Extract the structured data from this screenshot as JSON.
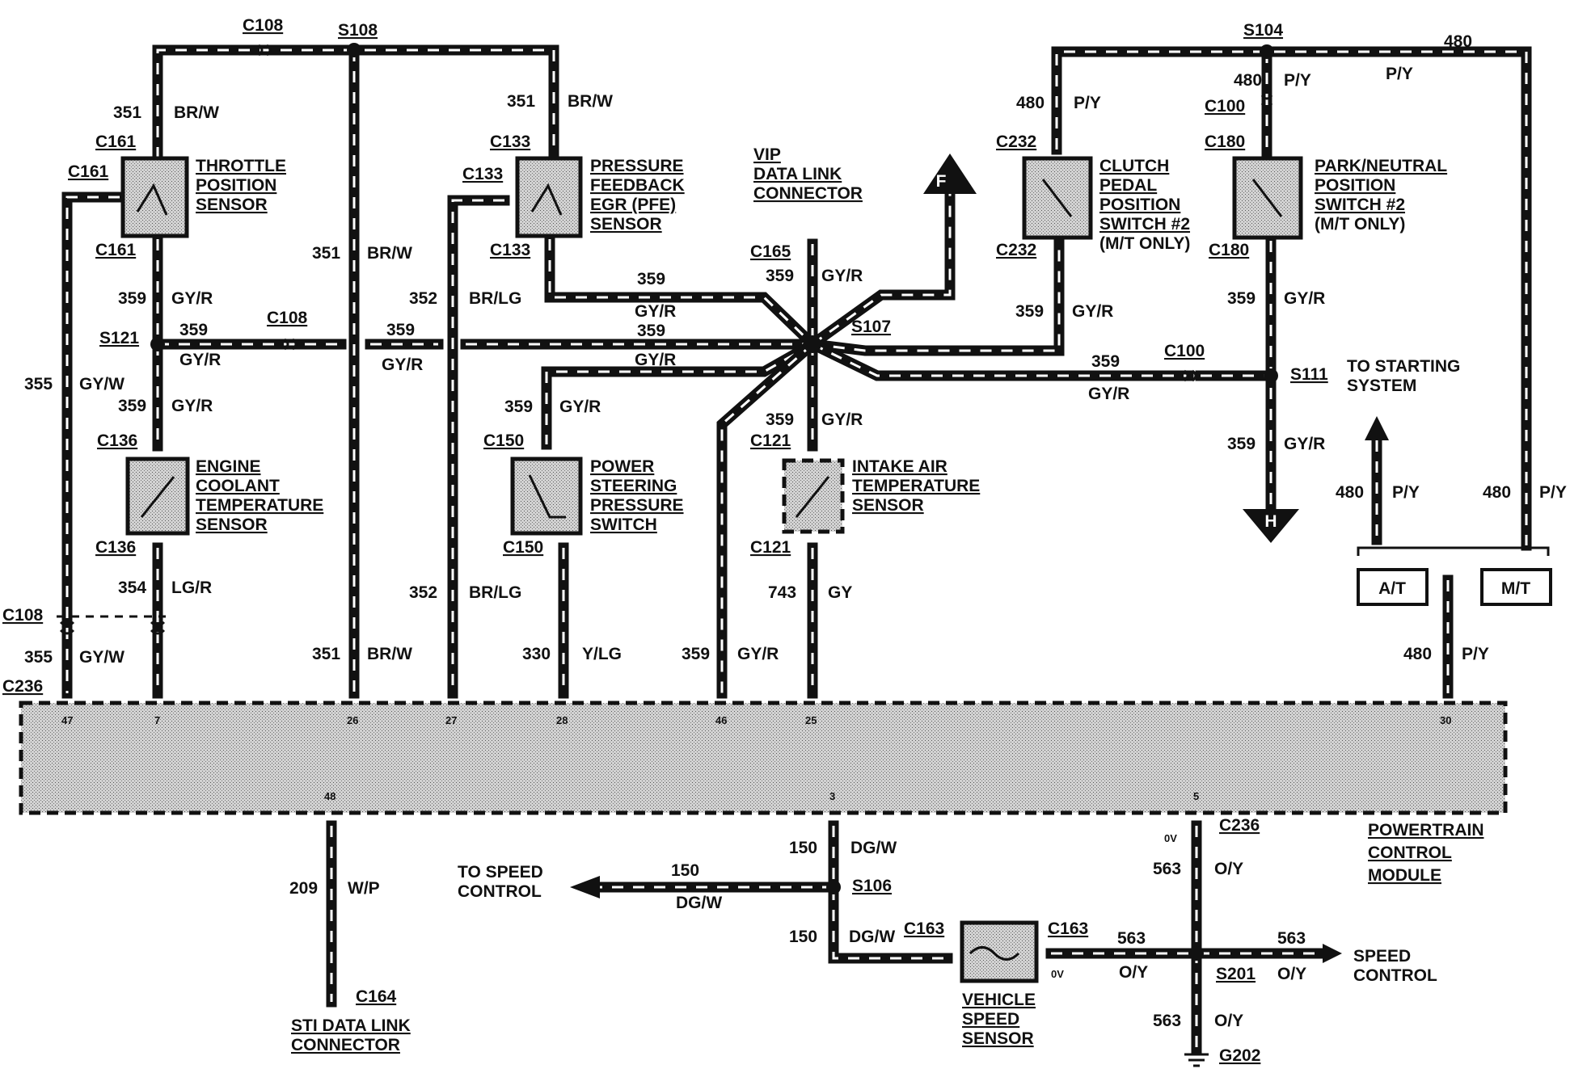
{
  "splices": {
    "s108": "S108",
    "s104": "S104",
    "s121": "S121",
    "s107": "S107",
    "s111": "S111",
    "s106": "S106",
    "s201": "S201"
  },
  "connectors": {
    "c108_top": "C108",
    "c161_a": "C161",
    "c161_b": "C161",
    "c161_c": "C161",
    "c133_a": "C133",
    "c133_b": "C133",
    "c133_c": "C133",
    "c108_mid": "C108",
    "c136_a": "C136",
    "c136_b": "C136",
    "c108_low": "C108",
    "c236_a": "C236",
    "c165": "C165",
    "c150_a": "C150",
    "c150_b": "C150",
    "c121_a": "C121",
    "c121_b": "C121",
    "c232_a": "C232",
    "c232_b": "C232",
    "c100_a": "C100",
    "c100_b": "C100",
    "c180_a": "C180",
    "c180_b": "C180",
    "c236_b": "C236",
    "c163_a": "C163",
    "c163_b": "C163",
    "c164": "C164",
    "g202": "G202"
  },
  "components": {
    "tps": [
      "THROTTLE",
      "POSITION",
      "SENSOR"
    ],
    "pfe": [
      "PRESSURE",
      "FEEDBACK",
      "EGR (PFE)",
      "SENSOR"
    ],
    "vip": [
      "VIP",
      "DATA LINK",
      "CONNECTOR"
    ],
    "cpp": [
      "CLUTCH",
      "PEDAL",
      "POSITION",
      "SWITCH #2",
      "(M/T ONLY)"
    ],
    "pnp": [
      "PARK/NEUTRAL",
      "POSITION",
      "SWITCH #2",
      "(M/T ONLY)"
    ],
    "ect": [
      "ENGINE",
      "COOLANT",
      "TEMPERATURE",
      "SENSOR"
    ],
    "psp": [
      "POWER",
      "STEERING",
      "PRESSURE",
      "SWITCH"
    ],
    "iat": [
      "INTAKE AIR",
      "TEMPERATURE",
      "SENSOR"
    ],
    "pcm": [
      "POWERTRAIN",
      "CONTROL",
      "MODULE"
    ],
    "vss": [
      "VEHICLE",
      "SPEED",
      "SENSOR"
    ],
    "sti": [
      "STI DATA LINK",
      "CONNECTOR"
    ],
    "to_starting": [
      "TO STARTING",
      "SYSTEM"
    ],
    "to_speed": [
      "TO SPEED",
      "CONTROL"
    ],
    "speed_control": [
      "SPEED",
      "CONTROL"
    ]
  },
  "arrows": {
    "f": "F",
    "h": "H"
  },
  "boxes": {
    "at": "A/T",
    "mt": "M/T"
  },
  "voltage": "0V",
  "pins": [
    "47",
    "7",
    "26",
    "27",
    "28",
    "46",
    "25",
    "30",
    "48",
    "3",
    "5"
  ],
  "wires": {
    "n351": "351",
    "n352": "352",
    "n354": "354",
    "n355": "355",
    "n359": "359",
    "n480": "480",
    "n743": "743",
    "n330": "330",
    "n209": "209",
    "n150": "150",
    "n563": "563",
    "brw": "BR/W",
    "brlg": "BR/LG",
    "gyr": "GY/R",
    "gyw": "GY/W",
    "lgr": "LG/R",
    "py": "P/Y",
    "gy": "GY",
    "ylg": "Y/LG",
    "wp": "W/P",
    "dgw": "DG/W",
    "oy": "O/Y"
  }
}
